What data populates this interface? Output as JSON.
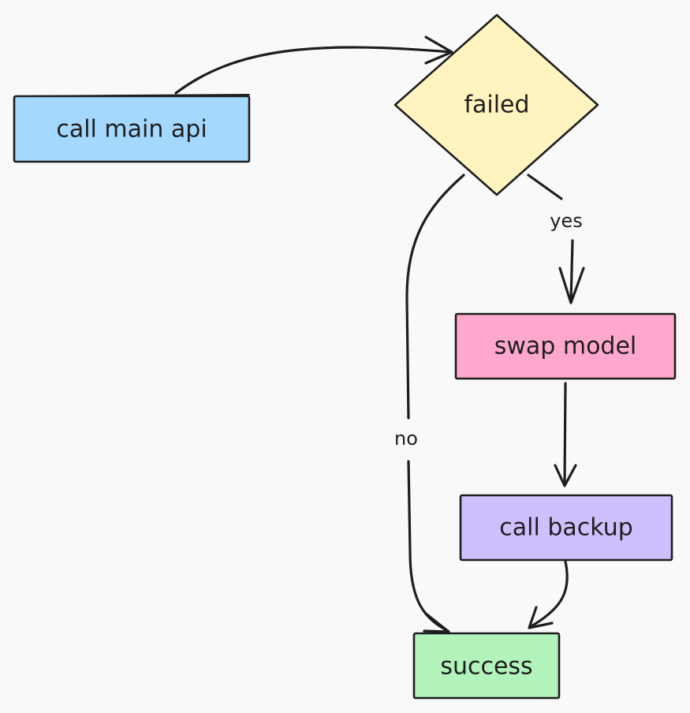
{
  "nodes": {
    "call_main_api": {
      "label": "call main api",
      "color": "#a5d8ff"
    },
    "failed": {
      "label": "failed",
      "color": "#fff3bf"
    },
    "swap_model": {
      "label": "swap model",
      "color": "#ffa8cd"
    },
    "call_backup": {
      "label": "call backup",
      "color": "#d0bfff"
    },
    "success": {
      "label": "success",
      "color": "#b2f2bb"
    }
  },
  "edges": {
    "yes_label": "yes",
    "no_label": "no"
  },
  "colors": {
    "ink": "#1e1e1e",
    "background": "#f9f9f9"
  }
}
